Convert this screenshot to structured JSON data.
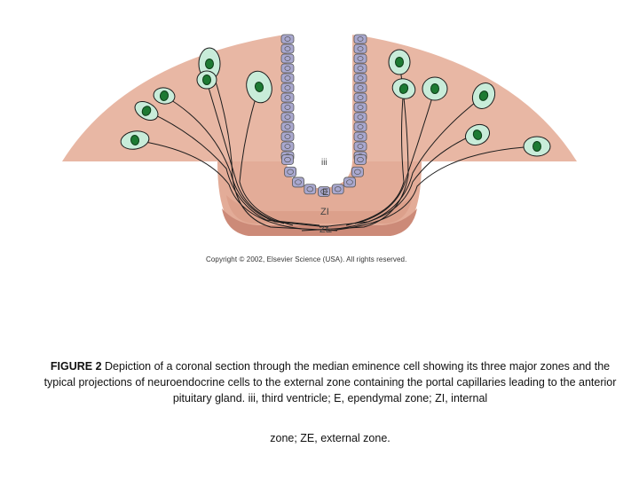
{
  "figure": {
    "labels": {
      "third_ventricle": "iii",
      "ependymal": "E",
      "internal": "ZI",
      "external": "ZE"
    },
    "colors": {
      "tissue": "#e8b7a4",
      "tissue_dark": "#d99b86",
      "external_zone": "#cc8a78",
      "cell_body": "#c8ecd9",
      "nucleus": "#1d7a33",
      "ependymal_cell": "#a9a8cf",
      "outline": "#1c1c1c"
    }
  },
  "copyright": "Copyright © 2002, Elsevier Science (USA). All rights reserved.",
  "caption": {
    "label": "FIGURE 2",
    "text": " Depiction of a coronal section through the median eminence cell showing its three major zones and the typical projections of neuroendocrine cells to the external zone containing the portal capillaries leading to the anterior pituitary gland. iii, third ventricle; E, ependymal zone; ZI, internal",
    "tail": "zone; ZE, external zone."
  }
}
